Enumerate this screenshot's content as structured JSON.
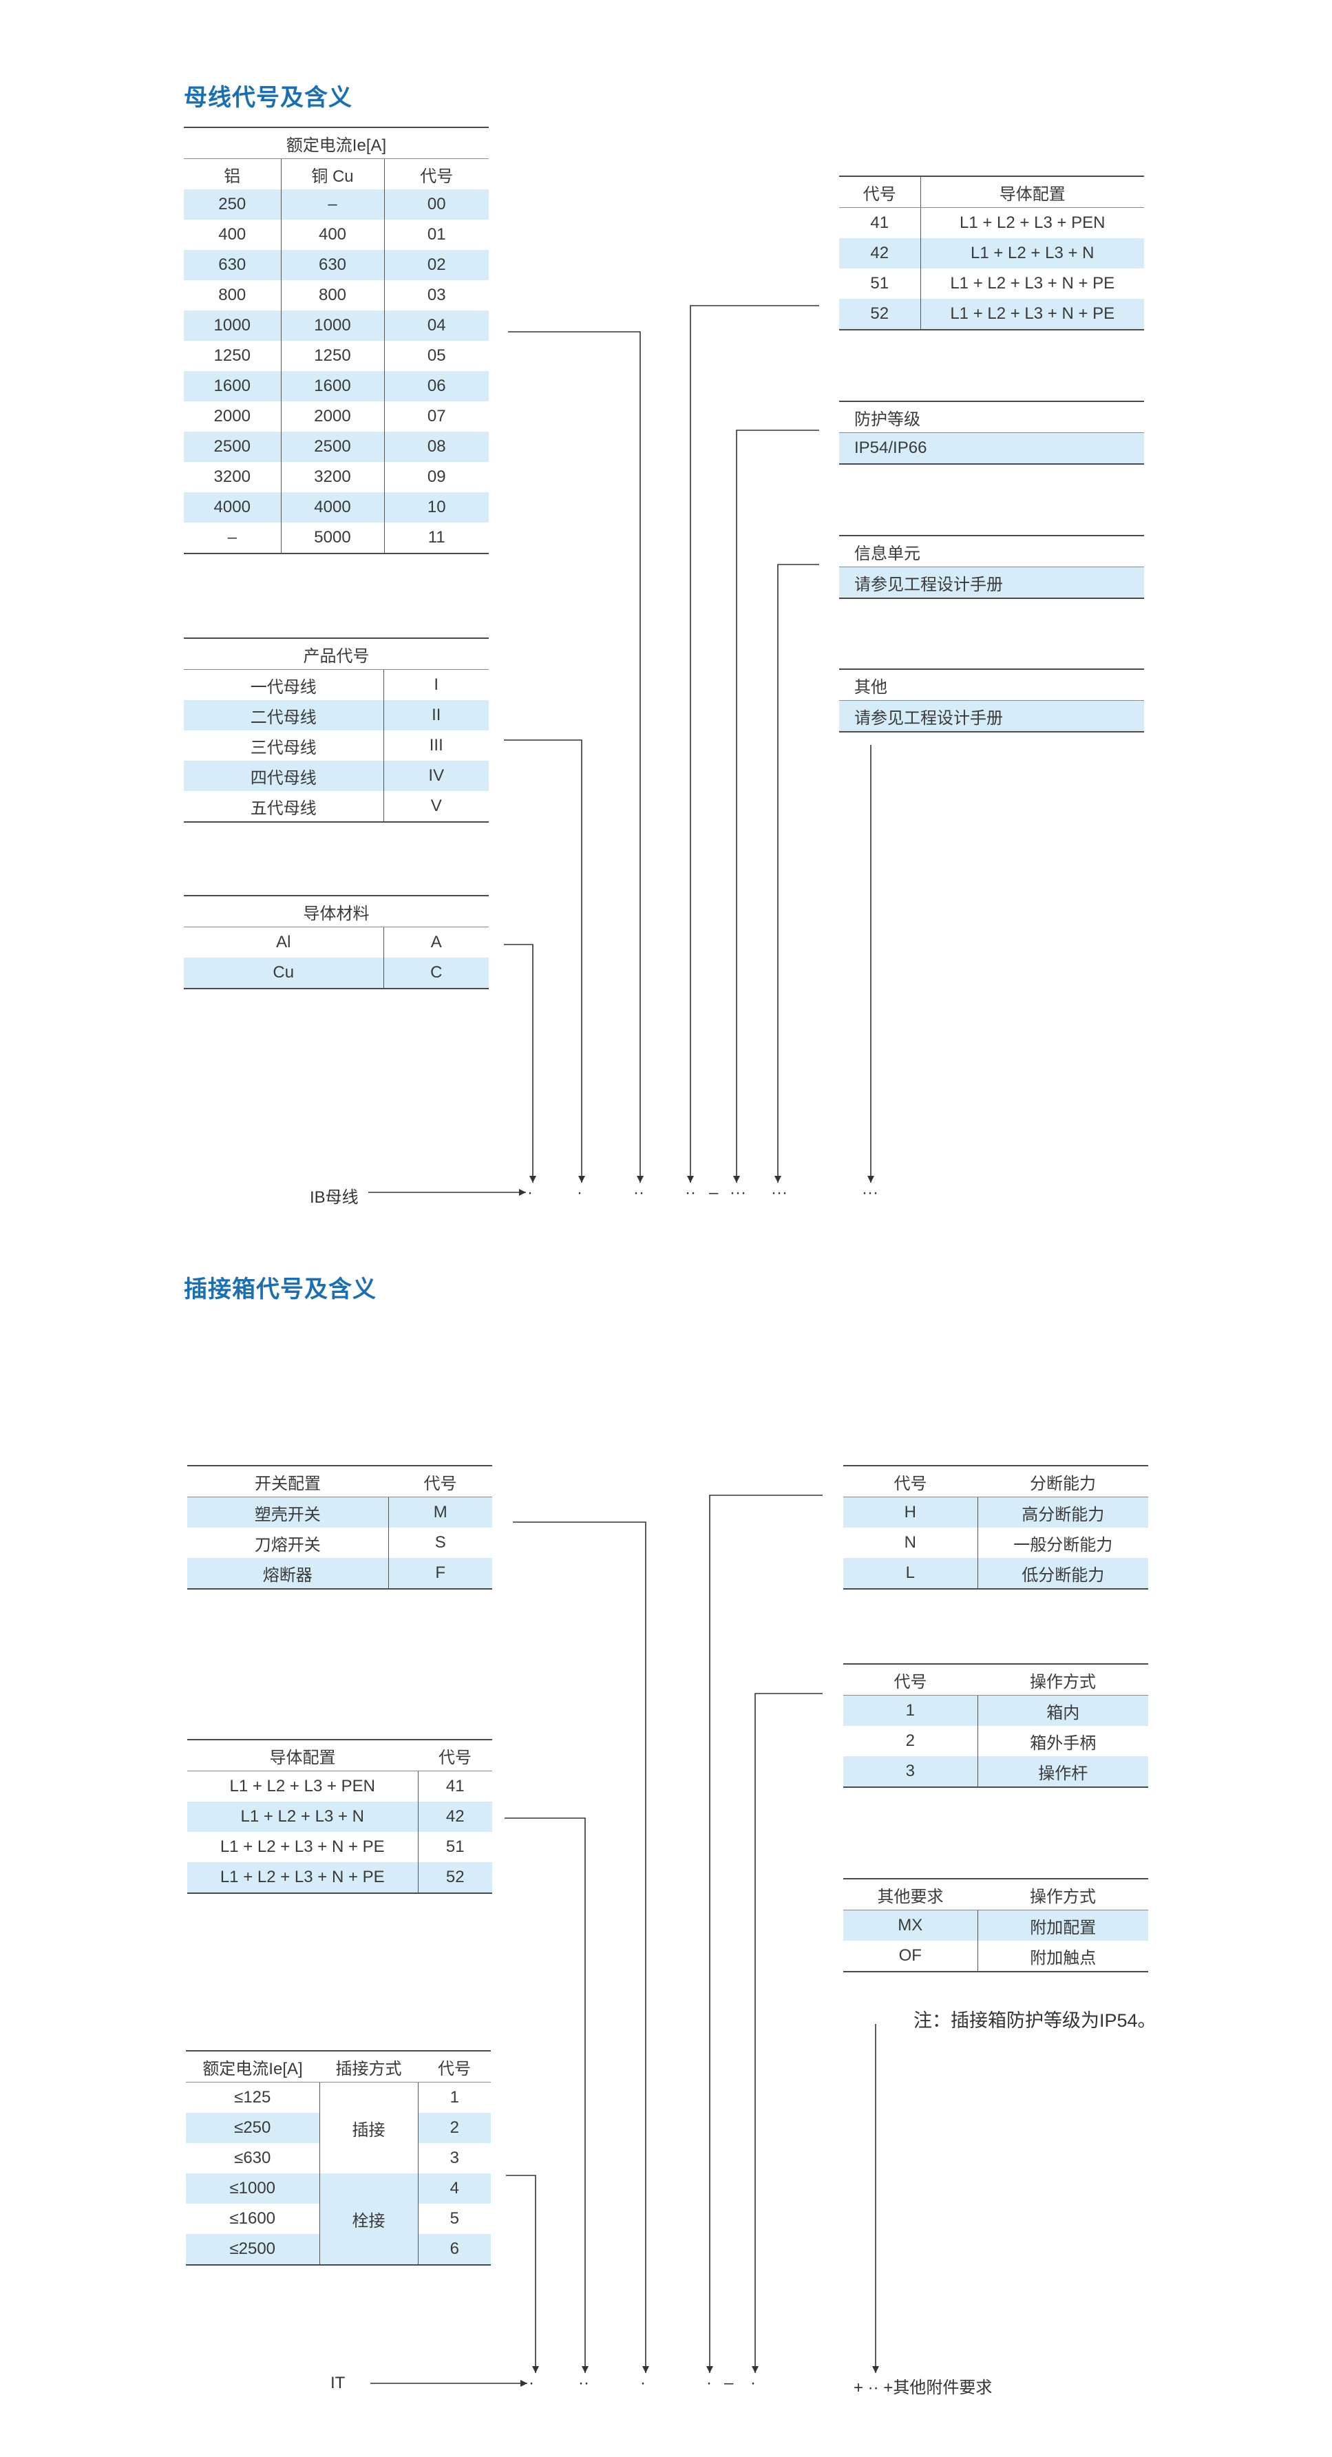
{
  "busbar": {
    "title": "母线代号及含义",
    "current_table": {
      "title": "额定电流Ie[A]",
      "headers": [
        "铝",
        "铜 Cu",
        "代号"
      ],
      "rows": [
        [
          "250",
          "–",
          "00"
        ],
        [
          "400",
          "400",
          "01"
        ],
        [
          "630",
          "630",
          "02"
        ],
        [
          "800",
          "800",
          "03"
        ],
        [
          "1000",
          "1000",
          "04"
        ],
        [
          "1250",
          "1250",
          "05"
        ],
        [
          "1600",
          "1600",
          "06"
        ],
        [
          "2000",
          "2000",
          "07"
        ],
        [
          "2500",
          "2500",
          "08"
        ],
        [
          "3200",
          "3200",
          "09"
        ],
        [
          "4000",
          "4000",
          "10"
        ],
        [
          "–",
          "5000",
          "11"
        ]
      ]
    },
    "product_table": {
      "title": "产品代号",
      "rows": [
        [
          "一代母线",
          "I"
        ],
        [
          "二代母线",
          "II"
        ],
        [
          "三代母线",
          "III"
        ],
        [
          "四代母线",
          "IV"
        ],
        [
          "五代母线",
          "V"
        ]
      ]
    },
    "material_table": {
      "title": "导体材料",
      "rows": [
        [
          "Al",
          "A"
        ],
        [
          "Cu",
          "C"
        ]
      ]
    },
    "conductor_table": {
      "headers": [
        "代号",
        "导体配置"
      ],
      "rows": [
        [
          "41",
          "L1 + L2 + L3 + PEN"
        ],
        [
          "42",
          "L1 + L2 + L3 + N"
        ],
        [
          "51",
          "L1 + L2 + L3 + N + PE"
        ],
        [
          "52",
          "L1 + L2 + L3 + N + PE"
        ]
      ]
    },
    "protection_table": {
      "title": "防护等级",
      "value": "IP54/IP66"
    },
    "info_table": {
      "title": "信息单元",
      "value": "请参见工程设计手册"
    },
    "other_table": {
      "title": "其他",
      "value": "请参见工程设计手册"
    },
    "code_label": "IB母线",
    "code_marks": [
      "·",
      "·",
      "··",
      "··",
      "–",
      "···",
      "···",
      "···"
    ]
  },
  "plugbox": {
    "title": "插接箱代号及含义",
    "switch_table": {
      "headers": [
        "开关配置",
        "代号"
      ],
      "rows": [
        [
          "塑壳开关",
          "M"
        ],
        [
          "刀熔开关",
          "S"
        ],
        [
          "熔断器",
          "F"
        ]
      ]
    },
    "conductor_table": {
      "headers": [
        "导体配置",
        "代号"
      ],
      "rows": [
        [
          "L1 + L2 + L3 + PEN",
          "41"
        ],
        [
          "L1 + L2 + L3 + N",
          "42"
        ],
        [
          "L1 + L2 + L3 + N + PE",
          "51"
        ],
        [
          "L1 + L2 + L3 + N + PE",
          "52"
        ]
      ]
    },
    "rating_table": {
      "headers": [
        "额定电流Ie[A]",
        "插接方式",
        "代号"
      ],
      "rows": [
        [
          "≤125",
          "1"
        ],
        [
          "≤250",
          "2"
        ],
        [
          "≤630",
          "3"
        ],
        [
          "≤1000",
          "4"
        ],
        [
          "≤1600",
          "5"
        ],
        [
          "≤2500",
          "6"
        ]
      ],
      "methods": [
        "插接",
        "栓接"
      ]
    },
    "breaking_table": {
      "headers": [
        "代号",
        "分断能力"
      ],
      "rows": [
        [
          "H",
          "高分断能力"
        ],
        [
          "N",
          "一般分断能力"
        ],
        [
          "L",
          "低分断能力"
        ]
      ]
    },
    "operation_table": {
      "headers": [
        "代号",
        "操作方式"
      ],
      "rows": [
        [
          "1",
          "箱内"
        ],
        [
          "2",
          "箱外手柄"
        ],
        [
          "3",
          "操作杆"
        ]
      ]
    },
    "extra_table": {
      "headers": [
        "其他要求",
        "操作方式"
      ],
      "rows": [
        [
          "MX",
          "附加配置"
        ],
        [
          "OF",
          "附加触点"
        ]
      ]
    },
    "note": "注：插接箱防护等级为IP54。",
    "code_label": "IT",
    "code_marks": [
      "·",
      "··",
      "·",
      "·",
      "–",
      "·"
    ],
    "code_suffix": "+ ·· +其他附件要求"
  }
}
